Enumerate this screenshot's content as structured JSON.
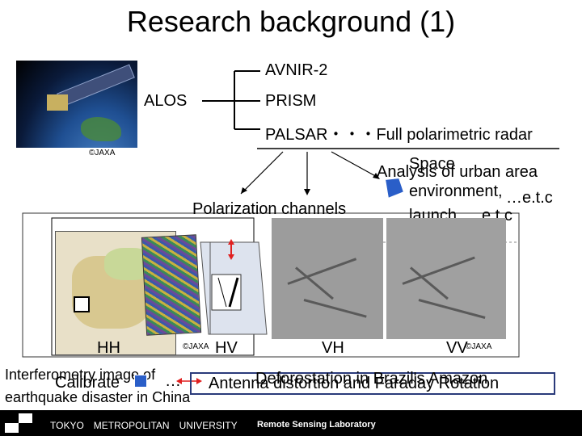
{
  "title": "Research background (1)",
  "tree": {
    "root": "ALOS",
    "children": [
      "AVNIR-2",
      "PRISM",
      "PALSAR・・・Full polarimetric radar"
    ]
  },
  "copyright": "©JAXA",
  "analysis": {
    "line1": "Analysis of urban area",
    "line2": "…e.t.c"
  },
  "space": {
    "line1": "Space",
    "line2": "environment,",
    "line3": "launch, …e.t.c"
  },
  "polarization_label": "Polarization channels",
  "channels": {
    "hh": "HH",
    "hv": "HV",
    "vh": "VH",
    "vv": "VV"
  },
  "captions": {
    "interferometry_line1": "Interferometry image of",
    "interferometry_line2": "earthquake disaster in China",
    "calibrate": "Calibrate",
    "dots": "…",
    "antenna": "Antenna distortion and Faraday Rotation",
    "deforestation": "Deforestation in Brazil's Amazon"
  },
  "footer": {
    "university": "TOKYO　METROPOLITAN　UNIVERSITY",
    "lab": "Remote Sensing Laboratory"
  },
  "colors": {
    "accent_red": "#e02020",
    "accent_blue": "#2a5ec8",
    "box_border": "#333366"
  }
}
